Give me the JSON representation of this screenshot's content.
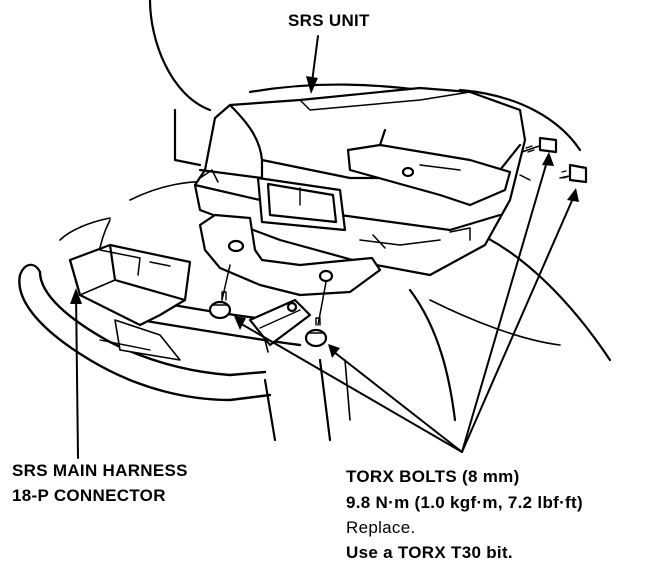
{
  "labels": {
    "srs_unit": "SRS UNIT",
    "harness_line1": "SRS MAIN HARNESS",
    "harness_line2": "18-P CONNECTOR",
    "torx_line1": "TORX BOLTS (8 mm)",
    "torx_line2": "9.8 N·m (1.0 kgf·m, 7.2 lbf·ft)",
    "torx_line3": "Replace.",
    "torx_line4": "Use a TORX T30 bit."
  },
  "colors": {
    "ink": "#000000",
    "paper": "#ffffff"
  }
}
